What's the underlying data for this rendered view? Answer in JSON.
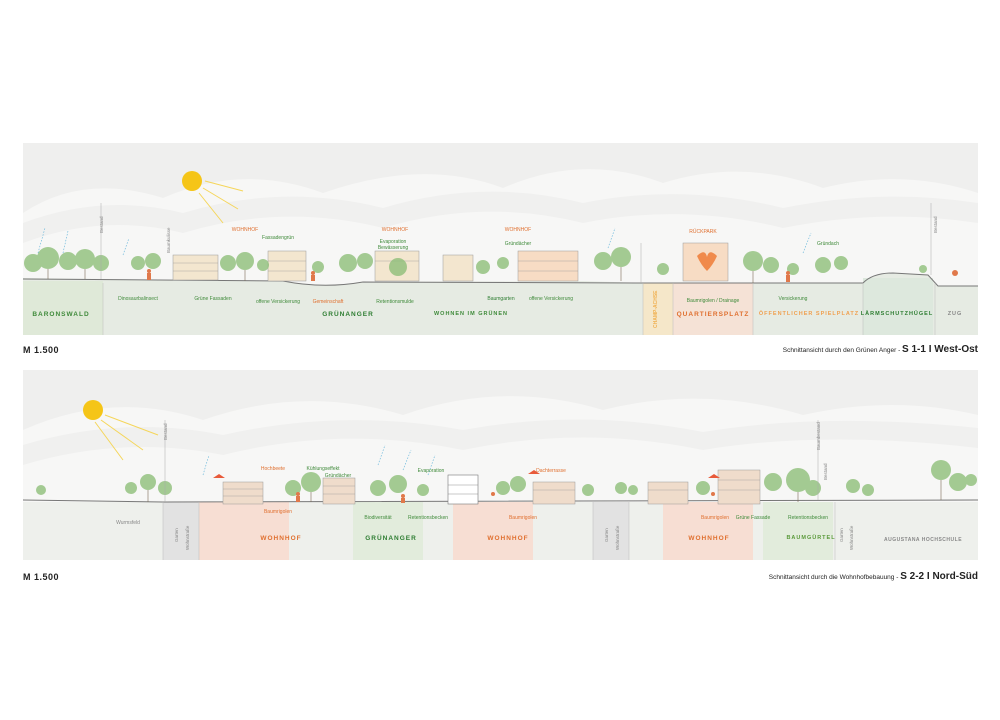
{
  "section1": {
    "zones": [
      "BARONSWALD",
      "GRÜNANGER",
      "WOHNEN IM GRÜNEN",
      "CHAMP-ACHSE",
      "QUARTIERSPLATZ",
      "ÖFFENTLICHER SPIELPLATZ",
      "LÄRMSCHUTZHÜGEL",
      "ZUG"
    ],
    "lower_labels": [
      "Dinosaurbalinsect",
      "Grüne Fassaden",
      "offene Versickerung",
      "Gemeinschaft",
      "Retentionsmulde",
      "Baumgarten",
      "offene Versickerung",
      "Baumrigolen / Drainage",
      "Versickerung"
    ],
    "upper_labels": [
      "WOHNHOF",
      "Fassadengrün",
      "WOHNHOF",
      "Evaporation",
      "Bewässerung",
      "WOHNHOF",
      "Gründächer",
      "RÜCKPARK",
      "Gründach"
    ],
    "vertical_labels": [
      "Baumkulisse",
      "Bestand",
      "Bestand"
    ],
    "scale": "M 1.500",
    "caption_small": "Schnittansicht durch den Grünen Anger - ",
    "caption_big": "S 1-1 I West-Ost"
  },
  "section2": {
    "zones": [
      "WOHNHOF",
      "GRÜNANGER",
      "WOHNHOF",
      "WOHNHOF",
      "BAUMGÜRTEL",
      "AUGUSTANA HOCHSCHULE"
    ],
    "left_label": "Wurmsfeld",
    "lower_labels": [
      "Baumrigolen",
      "Biodiversität",
      "Retentionsbecken",
      "Baumrigolen",
      "Baumrigolen",
      "Grüne Fassade",
      "Retentionsbecken"
    ],
    "upper_labels": [
      "Hochbeete",
      "Kühlungseffekt",
      "Gründächer",
      "Evaporation",
      "Dachterrasse"
    ],
    "vertical_labels": [
      "Bestand",
      "Garten",
      "Wohnstraße",
      "Garten",
      "Wohnstraße",
      "Garten",
      "Wohnstraße",
      "Baumbestand",
      "Bestand"
    ],
    "scale": "M 1.500",
    "caption_small": "Schnittansicht durch die Wohnhofbebauung - ",
    "caption_big": "S 2-2 I Nord-Süd"
  }
}
